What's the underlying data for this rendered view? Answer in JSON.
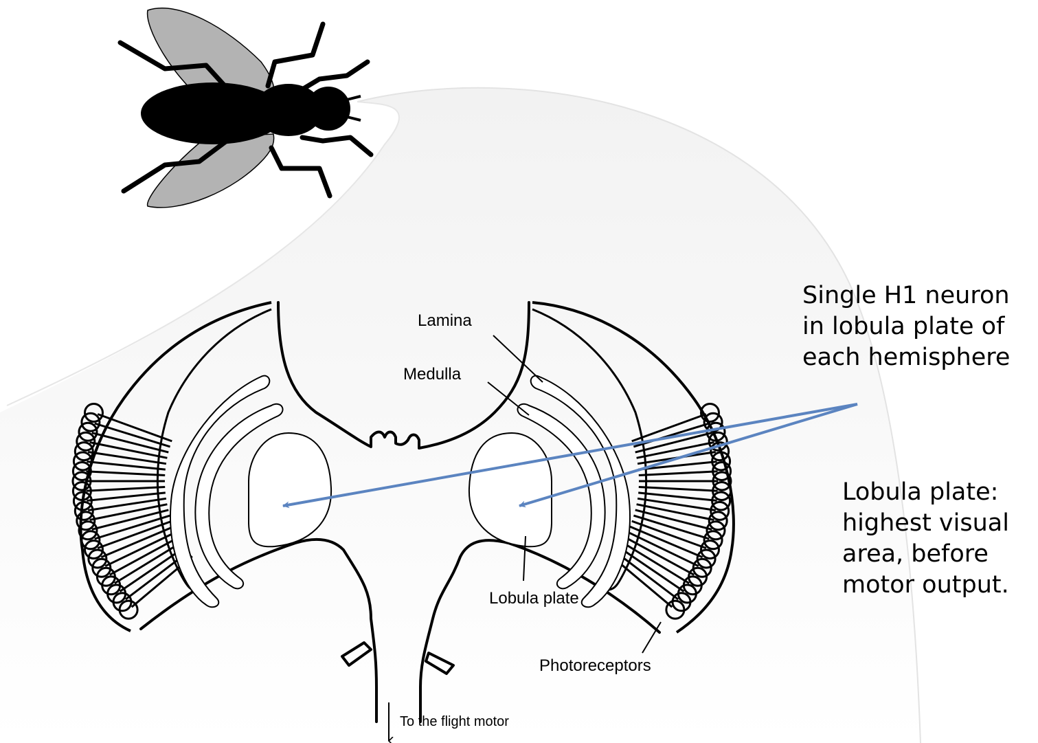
{
  "labels": {
    "lamina": "Lamina",
    "medulla": "Medulla",
    "lobula_plate": "Lobula plate",
    "photoreceptors": "Photoreceptors",
    "flight_motor": "To the flight motor"
  },
  "notes": {
    "h1": [
      "Single H1 neuron",
      "in lobula plate of",
      "each hemisphere"
    ],
    "lobula": [
      "Lobula plate:",
      "highest visual",
      "area, before",
      "motor output."
    ]
  },
  "colors": {
    "arrow": "#5b84c0",
    "fly_body": "#000000",
    "fly_wing": "#b3b3b3",
    "beam": "#ececec"
  },
  "icons": {
    "fly": "fly-silhouette-icon"
  }
}
